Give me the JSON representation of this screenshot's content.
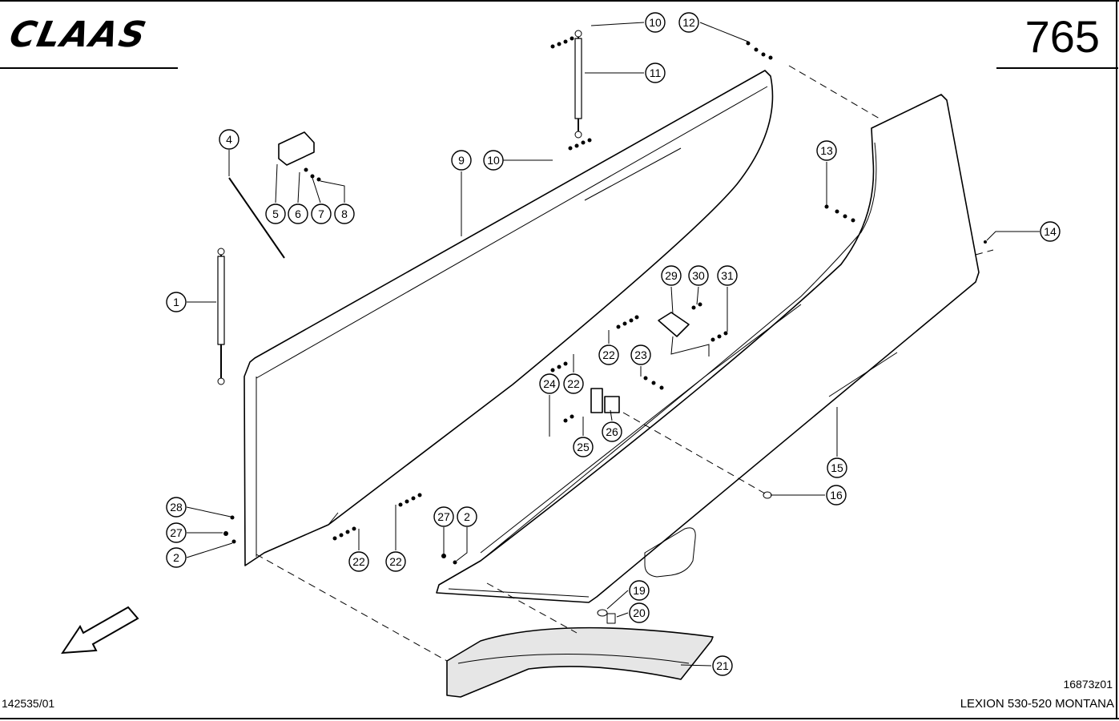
{
  "header": {
    "brand": "CLAAS",
    "page_number": "765"
  },
  "footer": {
    "doc_number": "142535/01",
    "drawing_id": "16873z01",
    "model": "LEXION 530-520 MONTANA"
  },
  "callouts": [
    {
      "id": "c1",
      "label": "1"
    },
    {
      "id": "c2a",
      "label": "2"
    },
    {
      "id": "c2b",
      "label": "2"
    },
    {
      "id": "c4",
      "label": "4"
    },
    {
      "id": "c5",
      "label": "5"
    },
    {
      "id": "c6",
      "label": "6"
    },
    {
      "id": "c7",
      "label": "7"
    },
    {
      "id": "c8",
      "label": "8"
    },
    {
      "id": "c9",
      "label": "9"
    },
    {
      "id": "c10a",
      "label": "10"
    },
    {
      "id": "c10b",
      "label": "10"
    },
    {
      "id": "c11",
      "label": "11"
    },
    {
      "id": "c12",
      "label": "12"
    },
    {
      "id": "c13",
      "label": "13"
    },
    {
      "id": "c14",
      "label": "14"
    },
    {
      "id": "c15",
      "label": "15"
    },
    {
      "id": "c16",
      "label": "16"
    },
    {
      "id": "c19",
      "label": "19"
    },
    {
      "id": "c20",
      "label": "20"
    },
    {
      "id": "c21",
      "label": "21"
    },
    {
      "id": "c22a",
      "label": "22"
    },
    {
      "id": "c22b",
      "label": "22"
    },
    {
      "id": "c22c",
      "label": "22"
    },
    {
      "id": "c22d",
      "label": "22"
    },
    {
      "id": "c23",
      "label": "23"
    },
    {
      "id": "c24",
      "label": "24"
    },
    {
      "id": "c25",
      "label": "25"
    },
    {
      "id": "c26",
      "label": "26"
    },
    {
      "id": "c27a",
      "label": "27"
    },
    {
      "id": "c27b",
      "label": "27"
    },
    {
      "id": "c28",
      "label": "28"
    },
    {
      "id": "c29",
      "label": "29"
    },
    {
      "id": "c30",
      "label": "30"
    },
    {
      "id": "c31",
      "label": "31"
    }
  ]
}
